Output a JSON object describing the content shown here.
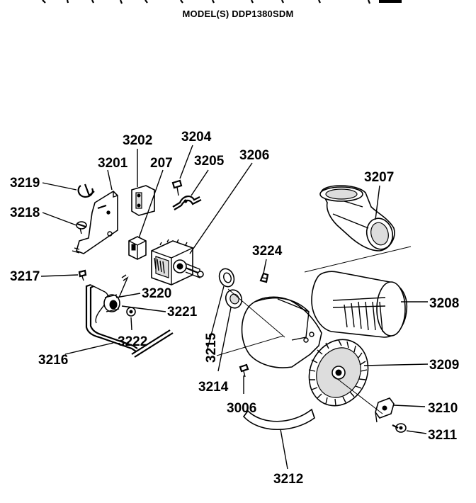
{
  "header": {
    "model_text": "MODEL(S) DDP1380SDM"
  },
  "callouts": [
    {
      "id": "c3219",
      "text": "3219"
    },
    {
      "id": "c3201",
      "text": "3201"
    },
    {
      "id": "c3202",
      "text": "3202"
    },
    {
      "id": "c207",
      "text": "207"
    },
    {
      "id": "c3204",
      "text": "3204"
    },
    {
      "id": "c3205",
      "text": "3205"
    },
    {
      "id": "c3206",
      "text": "3206"
    },
    {
      "id": "c3207",
      "text": "3207"
    },
    {
      "id": "c3218",
      "text": "3218"
    },
    {
      "id": "c3224",
      "text": "3224"
    },
    {
      "id": "c3217",
      "text": "3217"
    },
    {
      "id": "c3220",
      "text": "3220"
    },
    {
      "id": "c3221",
      "text": "3221"
    },
    {
      "id": "c3208",
      "text": "3208"
    },
    {
      "id": "c3222",
      "text": "3222"
    },
    {
      "id": "c3215",
      "text": "3215"
    },
    {
      "id": "c3216",
      "text": "3216"
    },
    {
      "id": "c3209",
      "text": "3209"
    },
    {
      "id": "c3214",
      "text": "3214"
    },
    {
      "id": "c3006",
      "text": "3006"
    },
    {
      "id": "c3210",
      "text": "3210"
    },
    {
      "id": "c3211",
      "text": "3211"
    },
    {
      "id": "c3212",
      "text": "3212"
    }
  ]
}
